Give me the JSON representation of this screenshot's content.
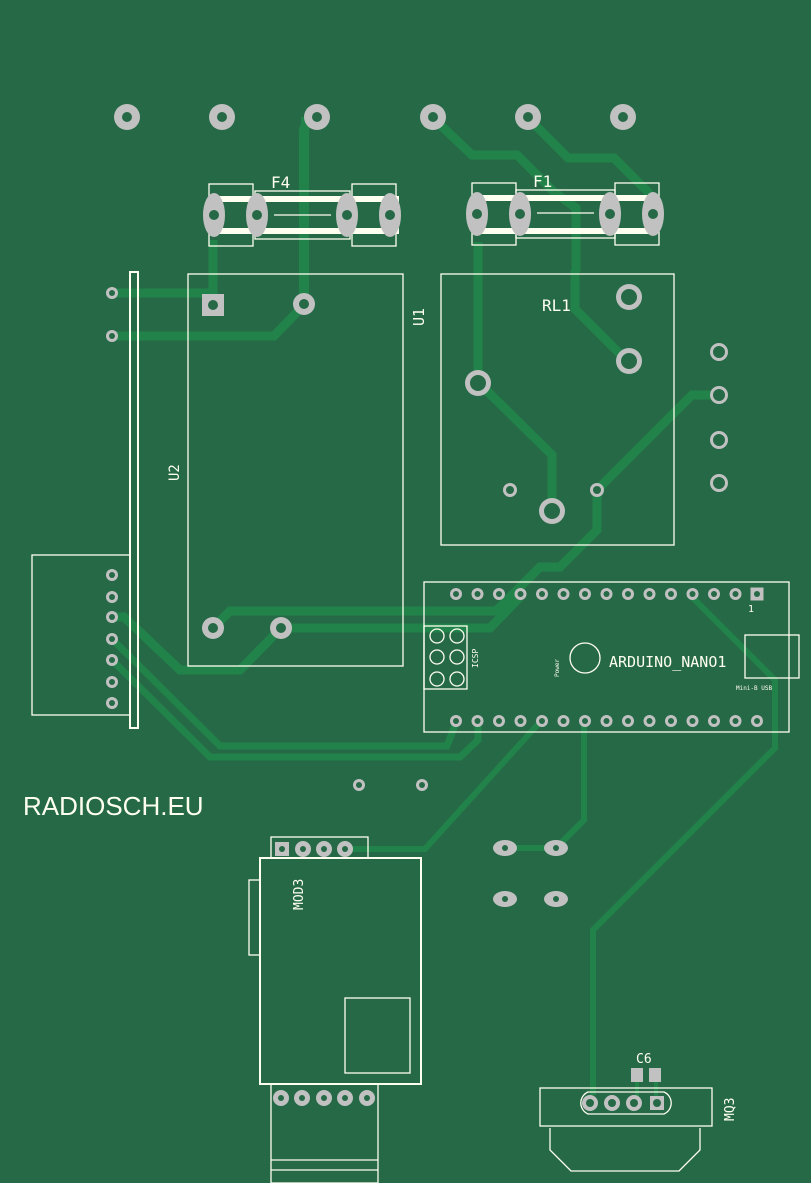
{
  "board": {
    "background_color": "#266946",
    "trace_color": "#21834A",
    "silkscreen_color": "#FFFFF0",
    "pad_color": "#C1C1C1",
    "layer": "top copper"
  },
  "labels": {
    "brand": "RADIOSCH.EU",
    "f4": "F4",
    "f1": "F1",
    "u1": "U1",
    "u2": "U2",
    "rl1": "RL1",
    "arduino": "ARDUINO_NANO1",
    "pin1": "1",
    "icsp": "ICSP",
    "power": "Power",
    "usb": "Mini-B USB",
    "mod3": "MOD3",
    "c6": "C6",
    "mq3": "MQ3"
  },
  "components": [
    {
      "ref": "F4",
      "type": "fuse holder",
      "pads": 4
    },
    {
      "ref": "F1",
      "type": "fuse holder",
      "pads": 4
    },
    {
      "ref": "U1",
      "type": "module outline",
      "pads": 4
    },
    {
      "ref": "U2",
      "type": "header",
      "pads": 2
    },
    {
      "ref": "RL1",
      "type": "relay",
      "pads": 5
    },
    {
      "ref": "ARDUINO_NANO1",
      "type": "arduino nano",
      "pads": 30
    },
    {
      "ref": "MOD3",
      "type": "module",
      "pads": 9
    },
    {
      "ref": "C6",
      "type": "smd capacitor",
      "pads": 2
    },
    {
      "ref": "MQ3",
      "type": "gas sensor",
      "pads": 4
    }
  ]
}
